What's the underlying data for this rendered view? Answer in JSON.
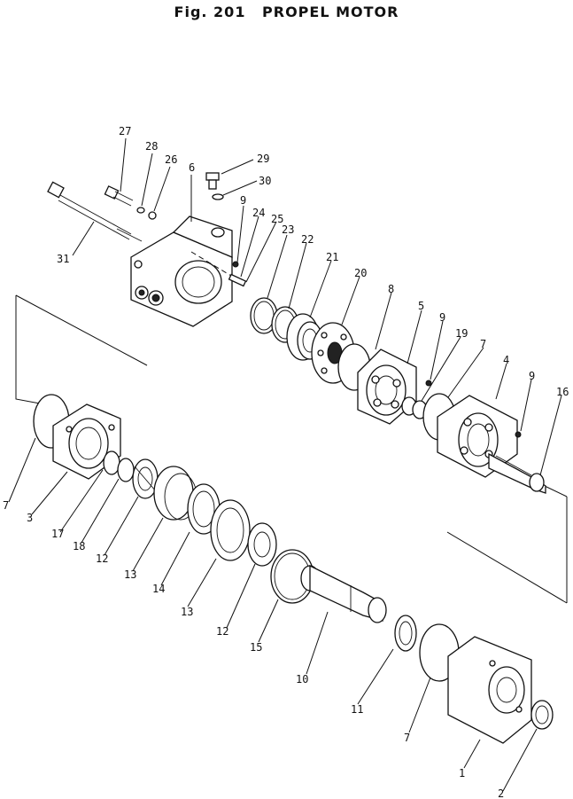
{
  "figure": {
    "number": "Fig. 201",
    "title": "PROPEL MOTOR"
  },
  "callouts": [
    {
      "id": "c27",
      "label": "27"
    },
    {
      "id": "c28",
      "label": "28"
    },
    {
      "id": "c26",
      "label": "26"
    },
    {
      "id": "c6",
      "label": "6"
    },
    {
      "id": "c29",
      "label": "29"
    },
    {
      "id": "c30",
      "label": "30"
    },
    {
      "id": "c9a",
      "label": "9"
    },
    {
      "id": "c24",
      "label": "24"
    },
    {
      "id": "c25",
      "label": "25"
    },
    {
      "id": "c23",
      "label": "23"
    },
    {
      "id": "c22",
      "label": "22"
    },
    {
      "id": "c21",
      "label": "21"
    },
    {
      "id": "c20",
      "label": "20"
    },
    {
      "id": "c8",
      "label": "8"
    },
    {
      "id": "c5",
      "label": "5"
    },
    {
      "id": "c9b",
      "label": "9"
    },
    {
      "id": "c19",
      "label": "19"
    },
    {
      "id": "c7a",
      "label": "7"
    },
    {
      "id": "c4",
      "label": "4"
    },
    {
      "id": "c9c",
      "label": "9"
    },
    {
      "id": "c16",
      "label": "16"
    },
    {
      "id": "c31",
      "label": "31"
    },
    {
      "id": "c7b",
      "label": "7"
    },
    {
      "id": "c3",
      "label": "3"
    },
    {
      "id": "c17",
      "label": "17"
    },
    {
      "id": "c18",
      "label": "18"
    },
    {
      "id": "c12a",
      "label": "12"
    },
    {
      "id": "c13a",
      "label": "13"
    },
    {
      "id": "c14",
      "label": "14"
    },
    {
      "id": "c13b",
      "label": "13"
    },
    {
      "id": "c12b",
      "label": "12"
    },
    {
      "id": "c15",
      "label": "15"
    },
    {
      "id": "c10",
      "label": "10"
    },
    {
      "id": "c11",
      "label": "11"
    },
    {
      "id": "c7c",
      "label": "7"
    },
    {
      "id": "c1",
      "label": "1"
    },
    {
      "id": "c2",
      "label": "2"
    }
  ]
}
